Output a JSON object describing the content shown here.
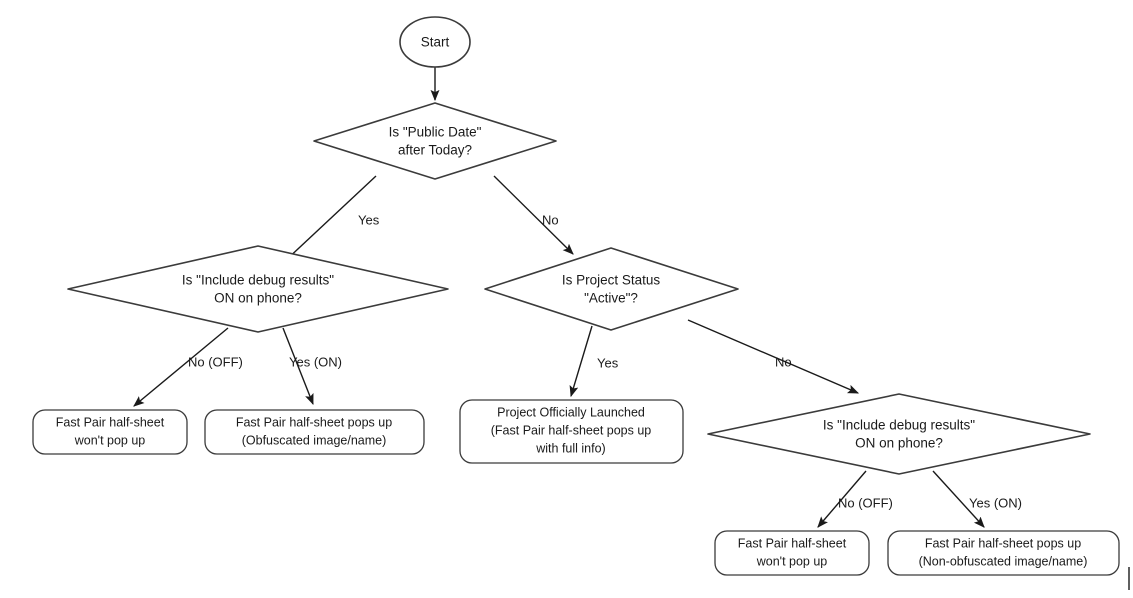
{
  "diagram": {
    "title": "Fast Pair half-sheet visibility decision flow",
    "type": "flowchart",
    "background_color": "#ffffff",
    "line_color": "#1a1a1a",
    "shape_stroke_color": "#3b3b3b",
    "text_color": "#1a1a1a"
  },
  "nodes": {
    "start": {
      "shape": "ellipse",
      "label": "Start"
    },
    "public_date": {
      "shape": "diamond",
      "line1": "Is \"Public Date\"",
      "line2": "after Today?"
    },
    "debug_left": {
      "shape": "diamond",
      "line1": "Is \"Include debug results\"",
      "line2": "ON on phone?"
    },
    "project_status": {
      "shape": "diamond",
      "line1": "Is Project Status",
      "line2": "\"Active\"?"
    },
    "debug_right": {
      "shape": "diamond",
      "line1": "Is \"Include debug results\"",
      "line2": "ON on phone?"
    },
    "left_no_terminal": {
      "shape": "rounded-rect",
      "line1": "Fast Pair half-sheet",
      "line2": "won't pop up"
    },
    "left_yes_terminal": {
      "shape": "rounded-rect",
      "line1": "Fast Pair half-sheet pops up",
      "line2": "(Obfuscated image/name)"
    },
    "launched_terminal": {
      "shape": "rounded-rect",
      "line1": "Project Officially Launched",
      "line2": "(Fast Pair half-sheet pops up",
      "line3": "with full info)"
    },
    "right_no_terminal": {
      "shape": "rounded-rect",
      "line1": "Fast Pair half-sheet",
      "line2": "won't pop up"
    },
    "right_yes_terminal": {
      "shape": "rounded-rect",
      "line1": "Fast Pair half-sheet pops up",
      "line2": "(Non-obfuscated image/name)"
    }
  },
  "edge_labels": {
    "public_date_yes": "Yes",
    "public_date_no": "No",
    "debug_left_no": "No (OFF)",
    "debug_left_yes": "Yes (ON)",
    "project_status_yes": "Yes",
    "project_status_no": "No",
    "debug_right_no": "No (OFF)",
    "debug_right_yes": "Yes (ON)"
  }
}
